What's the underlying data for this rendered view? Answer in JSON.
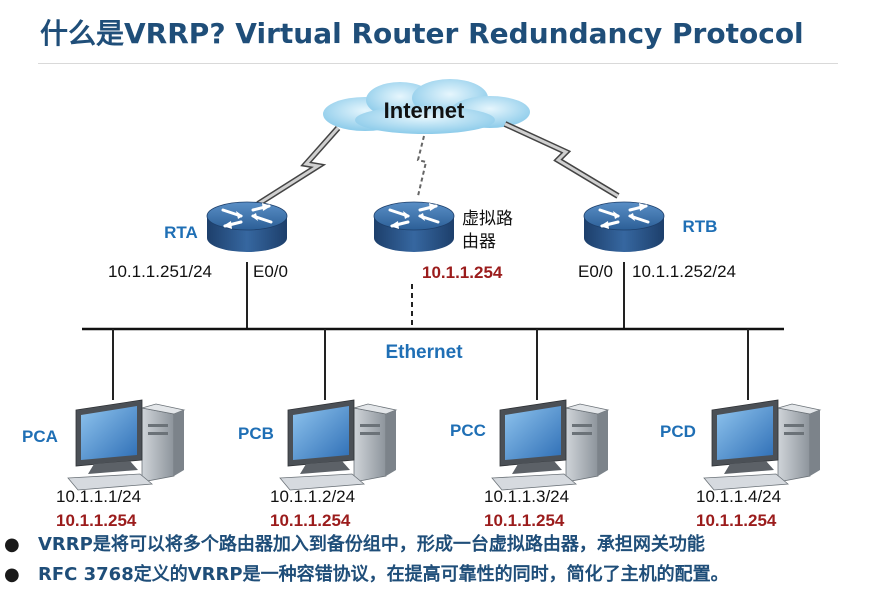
{
  "title": "什么是VRRP? Virtual Router Redundancy Protocol",
  "internet_label": "Internet",
  "ethernet_label": "Ethernet",
  "routers": {
    "rta": {
      "name": "RTA",
      "ip": "10.1.1.251/24",
      "iface": "E0/0"
    },
    "virtual": {
      "name_line1": "虚拟路",
      "name_line2": "由器",
      "ip": "10.1.1.254"
    },
    "rtb": {
      "name": "RTB",
      "ip": "10.1.1.252/24",
      "iface": "E0/0"
    }
  },
  "pcs": [
    {
      "name": "PCA",
      "ip": "10.1.1.1/24",
      "gateway": "10.1.1.254"
    },
    {
      "name": "PCB",
      "ip": "10.1.1.2/24",
      "gateway": "10.1.1.254"
    },
    {
      "name": "PCC",
      "ip": "10.1.1.3/24",
      "gateway": "10.1.1.254"
    },
    {
      "name": "PCD",
      "ip": "10.1.1.4/24",
      "gateway": "10.1.1.254"
    }
  ],
  "bullets": [
    {
      "marker": "●",
      "text": "VRRP是将可以将多个路由器加入到备份组中，形成一台虚拟路由器，承担网关功能"
    },
    {
      "marker": "●",
      "text": "RFC 3768定义的VRRP是一种容错协议，在提高可靠性的同时，简化了主机的配置。"
    }
  ],
  "colors": {
    "title": "#1f4e79",
    "label_blue": "#1f6fb5",
    "gateway_red": "#9b1c1c",
    "router_blue": "#2a5f96",
    "cloud": "#9fd5ee"
  }
}
